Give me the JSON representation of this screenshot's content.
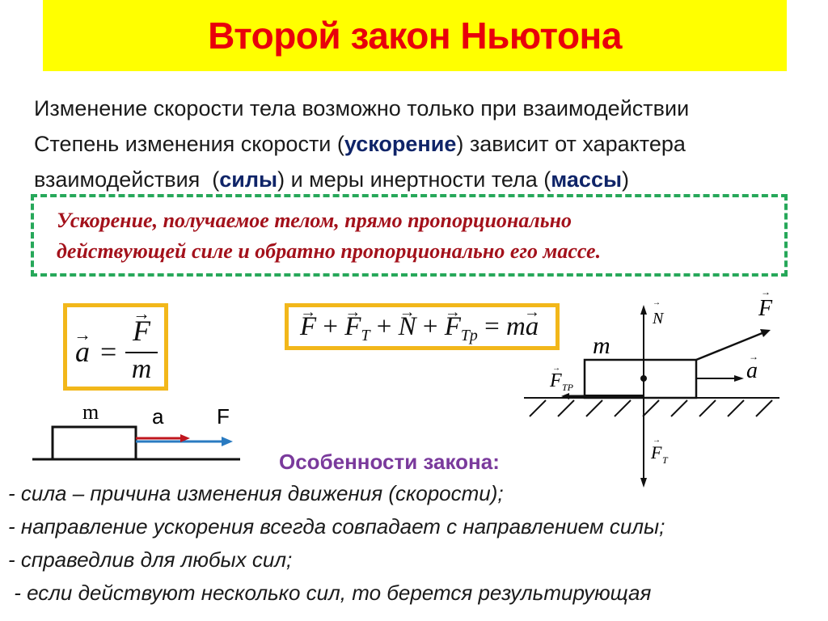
{
  "header": {
    "title": "Второй закон Ньютона",
    "bg_color": "#ffff00",
    "title_color": "#e8000b"
  },
  "intro": {
    "line1": "Изменение скорости тела возможно только при взаимодействии",
    "line2_pre": "Степень изменения скорости (",
    "line2_hl": "ускорение",
    "line2_post": ") зависит от характера",
    "line3_pre": "взаимодействия  (",
    "line3_hl1": "силы",
    "line3_mid": ") и меры инертности тела (",
    "line3_hl2": "массы",
    "line3_post": ")",
    "highlight_color": "#0f2468"
  },
  "law": {
    "line1": "Ускорение, получаемое телом, прямо пропорционально",
    "line2": "действующей силе и обратно пропорционально его массе.",
    "text_color": "#a3111b",
    "border_color": "#27a85a"
  },
  "formula1": {
    "lhs": "a",
    "eq": "=",
    "num": "F",
    "den": "m"
  },
  "formula2": {
    "t1": "F",
    "plus1": "+",
    "t2": "F",
    "t2_sub": "T",
    "plus2": "+",
    "t3": "N",
    "plus3": "+",
    "t4": "F",
    "t4_sub": "Tp",
    "eq": "=",
    "rhs_m": "m",
    "rhs_a": "a"
  },
  "diagram_simple": {
    "mass_label": "m",
    "accel_label": "a",
    "force_label": "F",
    "accel_color": "#c0161e",
    "force_color": "#2a7bc1"
  },
  "diagram_forces": {
    "mass_label": "m",
    "normal_label": "N",
    "force_label": "F",
    "accel_label": "a",
    "friction_label": "F",
    "friction_sub": "TP",
    "gravity_label": "F",
    "gravity_sub": "T"
  },
  "features": {
    "title": "Особенности закона:",
    "title_color": "#7a3a9c",
    "items": [
      "- сила – причина изменения движения (скорости);",
      "- направление ускорения всегда совпадает с направлением силы;",
      "- справедлив для любых сил;",
      " - если действуют несколько сил, то берется результирующая"
    ]
  }
}
